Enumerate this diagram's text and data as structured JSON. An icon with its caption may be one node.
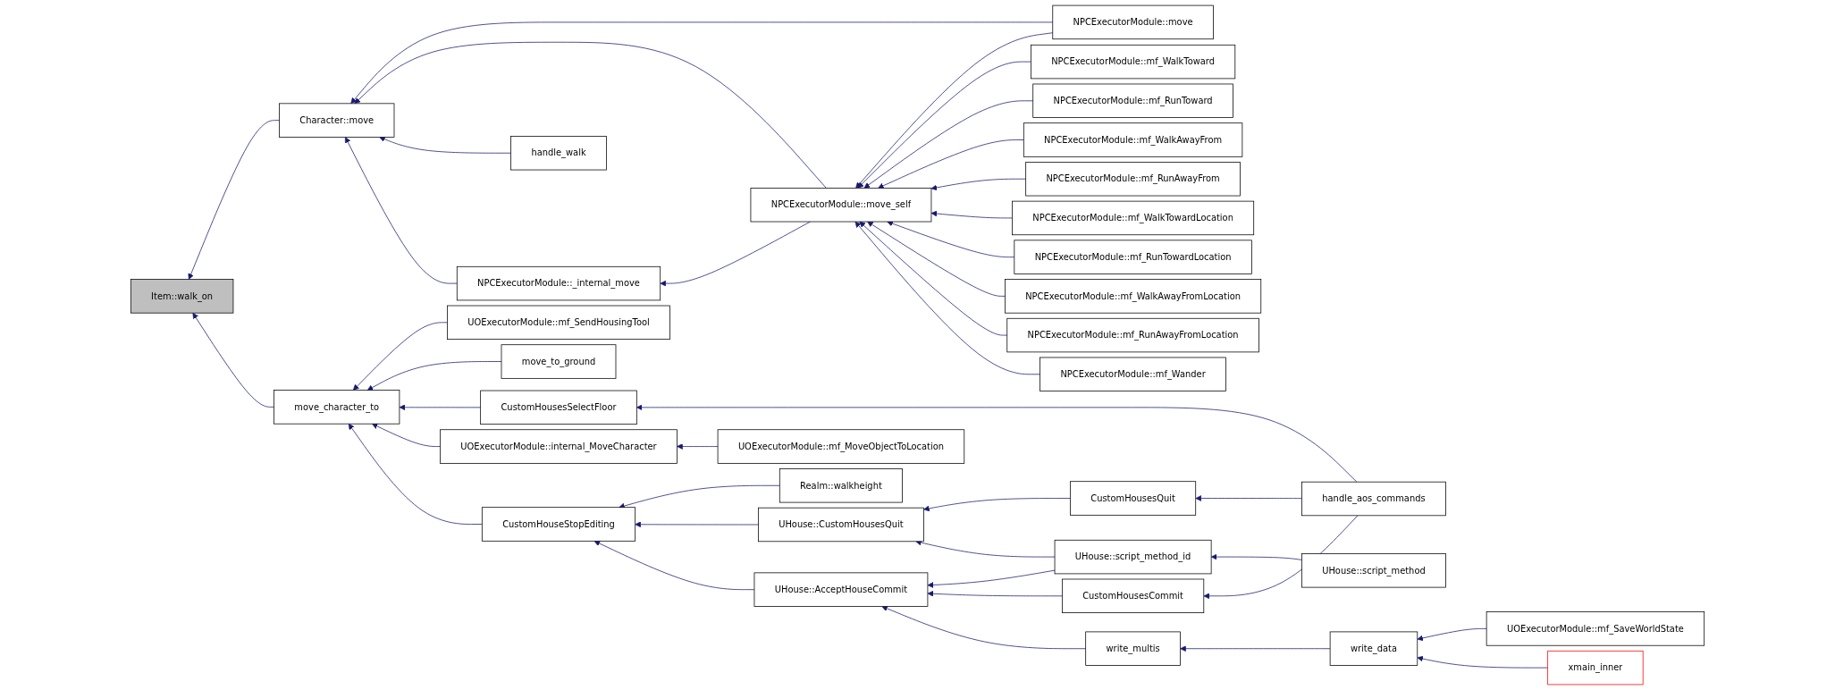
{
  "diagram": {
    "nodes": [
      {
        "text": [
          "Item::walk_on"
        ]
      },
      {
        "text": [
          "Character::move"
        ]
      },
      {
        "text": [
          "move_character_to"
        ]
      },
      {
        "text": [
          "NPCExecutorModule::move"
        ]
      },
      {
        "text": [
          "handle_walk"
        ]
      },
      {
        "text": [
          "NPCExecutorModule::_internal_move"
        ]
      },
      {
        "text": [
          "NPCExecutorModule::move_self"
        ]
      },
      {
        "text": [
          "NPCExecutorModule::mf_WalkToward"
        ]
      },
      {
        "text": [
          "NPCExecutorModule::mf_RunToward"
        ]
      },
      {
        "text": [
          "NPCExecutorModule::mf_WalkAwayFrom"
        ]
      },
      {
        "text": [
          "NPCExecutorModule::mf_RunAwayFrom"
        ]
      },
      {
        "text": [
          "NPCExecutorModule::mf_WalkTowardLocation"
        ]
      },
      {
        "text": [
          "NPCExecutorModule::mf_RunTowardLocation"
        ]
      },
      {
        "text": [
          "NPCExecutorModule::mf_WalkAwayFromLocation"
        ]
      },
      {
        "text": [
          "NPCExecutorModule::mf_RunAwayFromLocation"
        ]
      },
      {
        "text": [
          "NPCExecutorModule::mf_Wander"
        ]
      },
      {
        "text": [
          "UOExecutorModule::mf_SendHousingTool"
        ]
      },
      {
        "text": [
          "move_to_ground"
        ]
      },
      {
        "text": [
          "CustomHousesSelectFloor"
        ]
      },
      {
        "text": [
          "UOExecutorModule::internal_MoveCharacter"
        ]
      },
      {
        "text": [
          "UOExecutorModule::mf_MoveObjectToLocation"
        ]
      },
      {
        "text": [
          "CustomHouseStopEditing"
        ]
      },
      {
        "text": [
          "Realm::walkheight"
        ]
      },
      {
        "text": [
          "CustomHousesQuit"
        ]
      },
      {
        "text": [
          "handle_aos_commands"
        ]
      },
      {
        "text": [
          "UHouse::CustomHousesQuit"
        ]
      },
      {
        "text": [
          "UHouse::script_method_id"
        ]
      },
      {
        "text": [
          "UHouse::script_method"
        ]
      },
      {
        "text": [
          "UHouse::AcceptHouseCommit"
        ]
      },
      {
        "text": [
          "CustomHousesCommit"
        ]
      },
      {
        "text": [
          "write_multis"
        ]
      },
      {
        "text": [
          "write_data"
        ]
      },
      {
        "text": [
          "UOExecutorModule::mf_SaveWorldState"
        ]
      },
      {
        "text": [
          "xmain_inner"
        ]
      }
    ],
    "edges": [
      {
        "from": 1,
        "to": 0,
        "arrow": "to"
      },
      {
        "from": 2,
        "to": 0,
        "arrow": "to"
      },
      {
        "from": 3,
        "to": 1,
        "arrow": "to"
      },
      {
        "from": 6,
        "to": 1,
        "arrow": "to"
      },
      {
        "from": 4,
        "to": 1,
        "arrow": "to"
      },
      {
        "from": 5,
        "to": 1,
        "arrow": "to"
      },
      {
        "from": 6,
        "to": 5,
        "arrow": "to"
      },
      {
        "from": 3,
        "to": 6,
        "arrow": "to"
      },
      {
        "from": 7,
        "to": 6,
        "arrow": "to"
      },
      {
        "from": 8,
        "to": 6,
        "arrow": "to"
      },
      {
        "from": 9,
        "to": 6,
        "arrow": "to"
      },
      {
        "from": 10,
        "to": 6,
        "arrow": "to"
      },
      {
        "from": 11,
        "to": 6,
        "arrow": "to"
      },
      {
        "from": 12,
        "to": 6,
        "arrow": "to"
      },
      {
        "from": 13,
        "to": 6,
        "arrow": "to"
      },
      {
        "from": 14,
        "to": 6,
        "arrow": "to"
      },
      {
        "from": 15,
        "to": 6,
        "arrow": "to"
      },
      {
        "from": 16,
        "to": 2,
        "arrow": "to"
      },
      {
        "from": 17,
        "to": 2,
        "arrow": "to"
      },
      {
        "from": 18,
        "to": 2,
        "arrow": "to"
      },
      {
        "from": 19,
        "to": 2,
        "arrow": "to"
      },
      {
        "from": 21,
        "to": 2,
        "arrow": "to"
      },
      {
        "from": 20,
        "to": 19,
        "arrow": "to"
      },
      {
        "from": 24,
        "to": 18,
        "arrow": "to"
      },
      {
        "from": 22,
        "to": 21,
        "arrow": "to"
      },
      {
        "from": 25,
        "to": 21,
        "arrow": "to"
      },
      {
        "from": 28,
        "to": 21,
        "arrow": "to"
      },
      {
        "from": 23,
        "to": 25,
        "arrow": "to"
      },
      {
        "from": 26,
        "to": 25,
        "arrow": "to"
      },
      {
        "from": 24,
        "to": 23,
        "arrow": "to"
      },
      {
        "from": 26,
        "to": 28,
        "arrow": "to"
      },
      {
        "from": 29,
        "to": 28,
        "arrow": "to"
      },
      {
        "from": 30,
        "to": 28,
        "arrow": "to"
      },
      {
        "from": 27,
        "to": 26,
        "arrow": "to"
      },
      {
        "from": 24,
        "to": 29,
        "arrow": "to"
      },
      {
        "from": 31,
        "to": 30,
        "arrow": "to"
      },
      {
        "from": 32,
        "to": 31,
        "arrow": "to"
      },
      {
        "from": 33,
        "to": 31,
        "arrow": "to"
      }
    ]
  }
}
